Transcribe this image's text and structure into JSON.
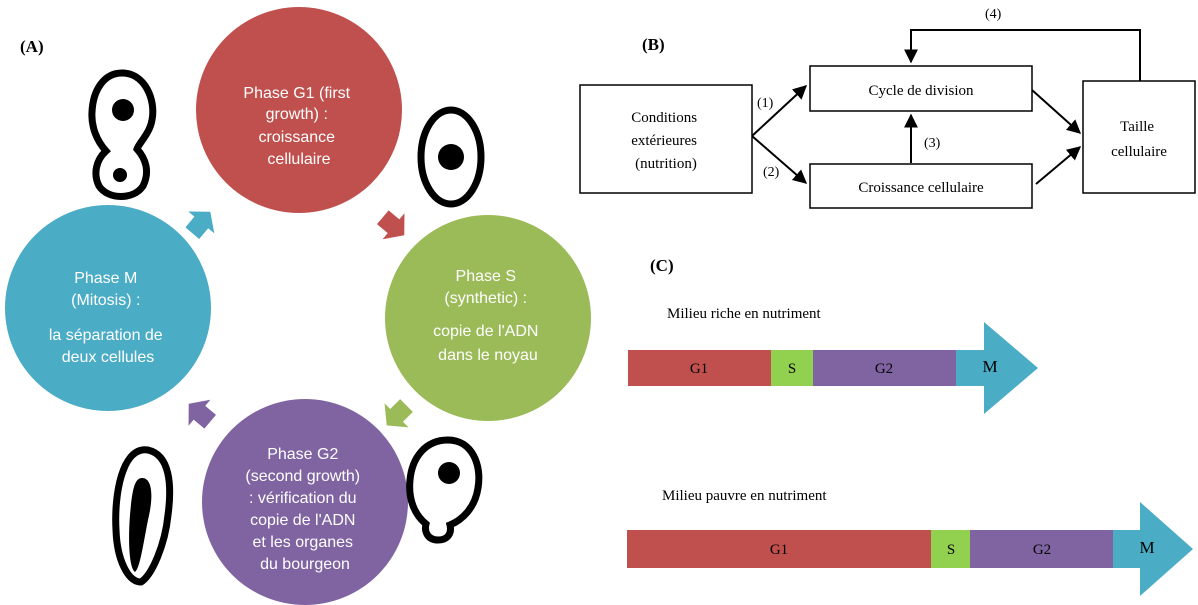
{
  "panel_a": {
    "label": "(A)",
    "phases": {
      "g1": {
        "lines": [
          "Phase G1 (first",
          "growth) :",
          "croissance",
          "cellulaire"
        ],
        "color": "#c0504d"
      },
      "s": {
        "lines": [
          "Phase S",
          "(synthetic) :",
          "",
          "copie de l'ADN",
          "dans le noyau"
        ],
        "color": "#9bbb59"
      },
      "g2": {
        "lines": [
          "Phase G2",
          "(second growth)",
          ": vérification du",
          "copie de l'ADN",
          "et les organes",
          "du bourgeon"
        ],
        "color": "#8064a2"
      },
      "m": {
        "lines": [
          "Phase M",
          "(Mitosis) :",
          "",
          "la séparation de",
          "deux cellules"
        ],
        "color": "#4bacc6"
      }
    }
  },
  "panel_b": {
    "label": "(B)",
    "boxes": {
      "conditions": [
        "Conditions",
        "extérieures",
        "(nutrition)"
      ],
      "cycle": [
        "Cycle de division"
      ],
      "croissance": [
        "Croissance cellulaire"
      ],
      "taille": [
        "Taille",
        "cellulaire"
      ]
    },
    "arrow_labels": {
      "a1": "(1)",
      "a2": "(2)",
      "a3": "(3)",
      "a4": "(4)"
    }
  },
  "panel_c": {
    "label": "(C)",
    "rich": {
      "title": "Milieu riche en nutriment",
      "segments": [
        {
          "label": "G1",
          "color": "#c0504d"
        },
        {
          "label": "S",
          "color": "#92d050"
        },
        {
          "label": "G2",
          "color": "#8064a2"
        }
      ],
      "arrow_label": "M",
      "arrow_color": "#4bacc6"
    },
    "poor": {
      "title": "Milieu pauvre en nutriment",
      "segments": [
        {
          "label": "G1",
          "color": "#c0504d"
        },
        {
          "label": "S",
          "color": "#92d050"
        },
        {
          "label": "G2",
          "color": "#8064a2"
        }
      ],
      "arrow_label": "M",
      "arrow_color": "#4bacc6"
    }
  }
}
